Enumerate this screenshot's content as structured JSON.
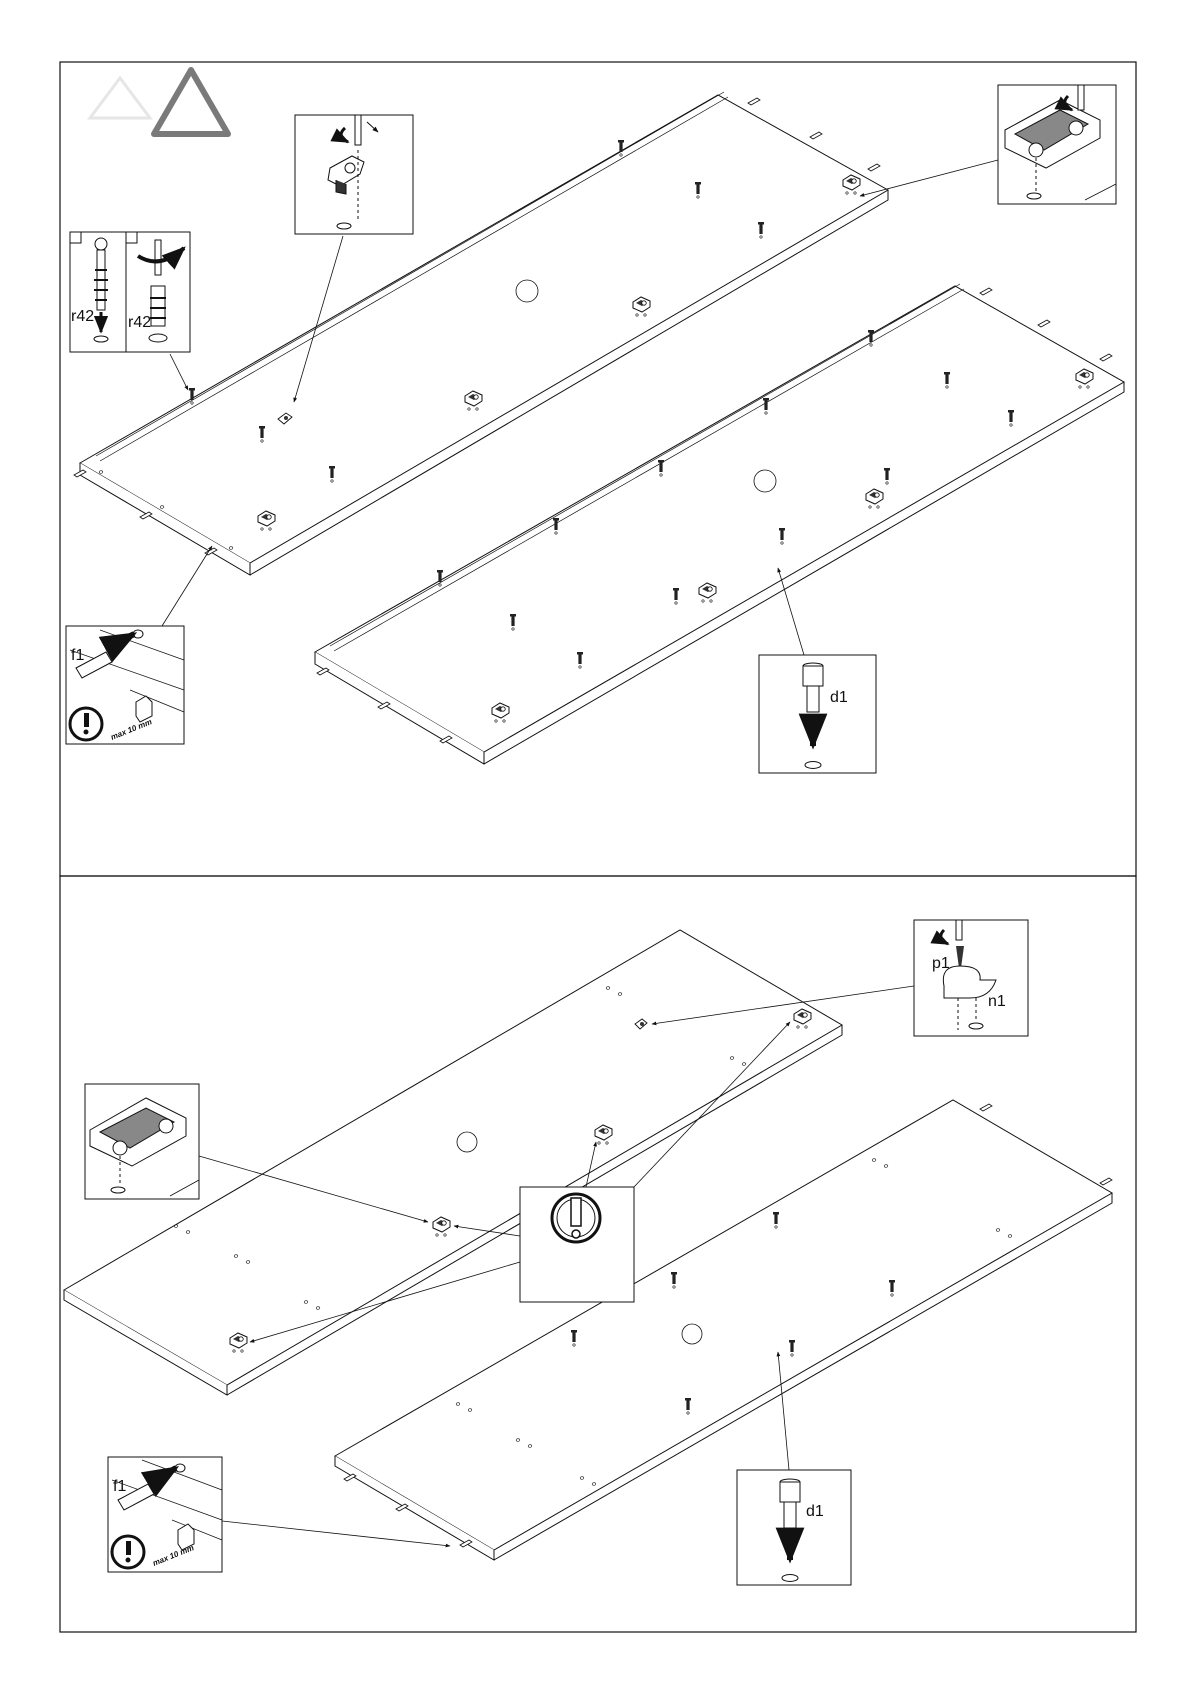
{
  "labels": {
    "cam_bolt": "r42",
    "cam_bolt_alt": "r42",
    "dowel": "f1",
    "dowel_bottom": "f1",
    "shelf_pin": "d1",
    "shelf_pin_bottom": "d1",
    "screw": "p1",
    "clip": "n1",
    "max_depth": "max 10 mm",
    "max_depth_bottom": "max 10 mm"
  },
  "icons": {
    "warning_triangle": "warning-triangle-icon",
    "caution": "exclamation-circle-icon",
    "rotate": "rotate-arrow-icon"
  },
  "colors": {
    "ink": "#111111",
    "triangle": "#7a7a7a",
    "shade": "#555555"
  }
}
